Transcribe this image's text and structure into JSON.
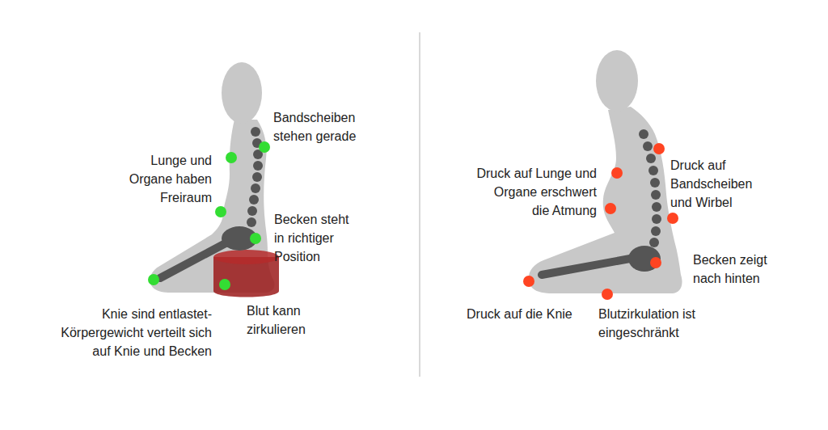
{
  "diagram": {
    "labels": [
      "Bandscheiben stehen gerade",
      "Lunge und Organe haben Freiraum",
      "Becken steht in richtiger Position",
      "Knie sind entlastet- Körpergewicht verteilt sich auf Knie und Becken",
      "Blut kann zirkulieren",
      "Druck auf Lunge und Organe erschwert die Atmung",
      "Druck auf Bandscheiben und Wirbel",
      "Becken zeigt nach hinten",
      "Druck auf die Knie",
      "Blutzirkulation ist eingeschränkt"
    ]
  }
}
